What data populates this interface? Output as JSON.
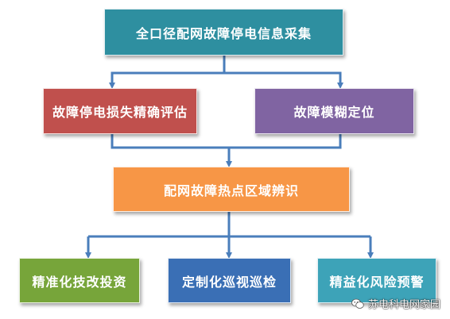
{
  "diagram": {
    "top_box": {
      "label": "全口径配网故障停电信息采集",
      "color": "#2E8FA0"
    },
    "left_box": {
      "label": "故障停电损失精确评估",
      "color": "#C0504D"
    },
    "right_box": {
      "label": "故障模糊定位",
      "color": "#8064A2"
    },
    "middle_box": {
      "label": "配网故障热点区域辨识",
      "color": "#F79646"
    },
    "bottom_boxes": [
      {
        "label": "精准化技改投资",
        "color": "#77A53A"
      },
      {
        "label": "定制化巡视巡检",
        "color": "#3A6FB5"
      },
      {
        "label": "精益化风险预警",
        "color": "#3DA3B8"
      }
    ],
    "connector_color": "#4A7EBB"
  },
  "watermark": {
    "label": "苏电科电网家园",
    "icon": "wechat-icon"
  }
}
